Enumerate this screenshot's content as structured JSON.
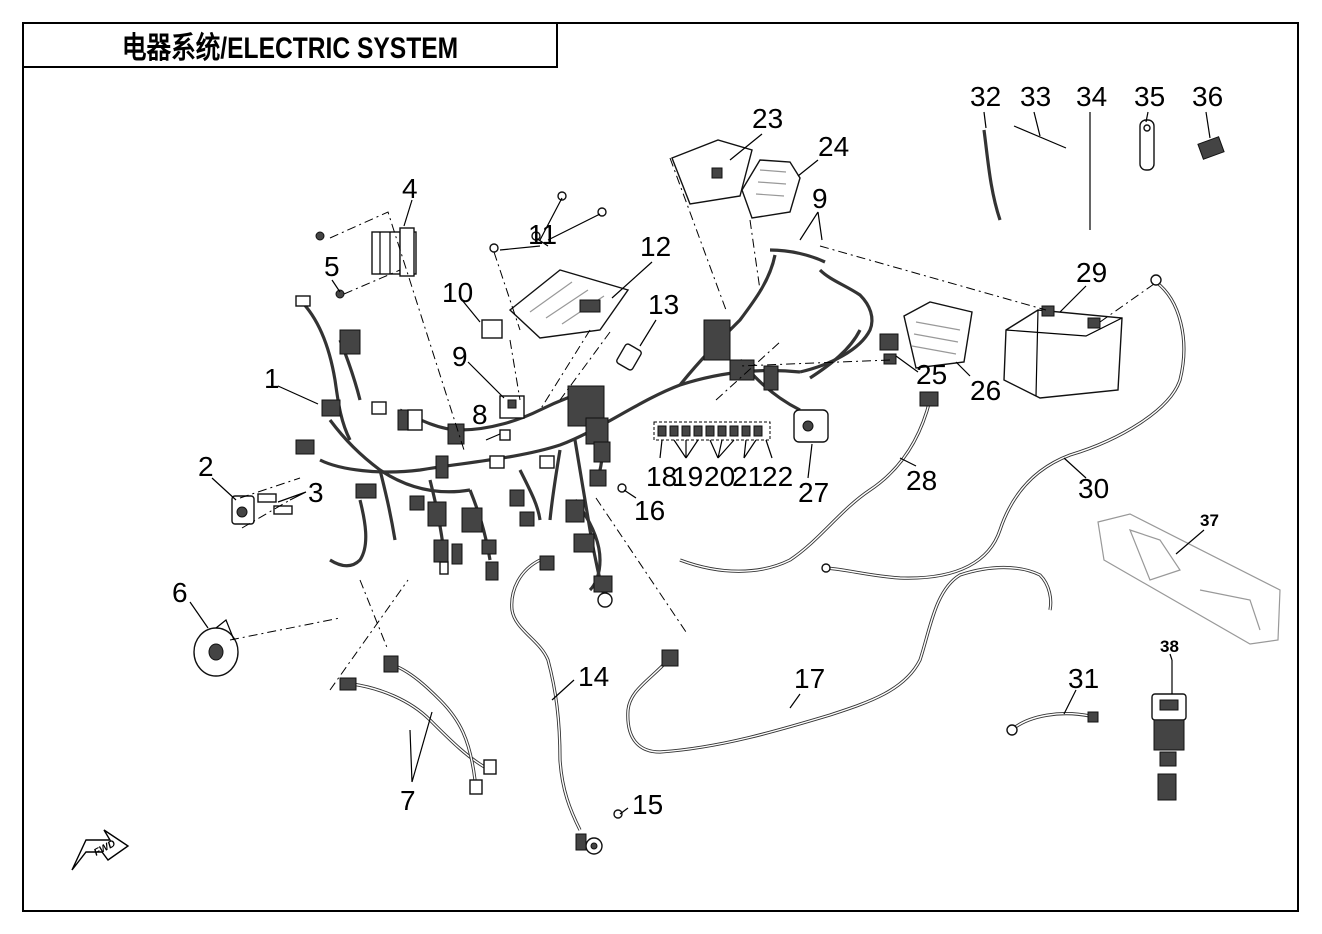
{
  "title": "电器系统/ELECTRIC SYSTEM",
  "fwd_label": "FWD",
  "callouts": [
    "1",
    "2",
    "3",
    "4",
    "5",
    "6",
    "7",
    "8",
    "9",
    "10",
    "11",
    "12",
    "13",
    "14",
    "15",
    "16",
    "17",
    "18",
    "19",
    "20",
    "21",
    "22",
    "23",
    "24",
    "25",
    "26",
    "27",
    "28",
    "29",
    "30",
    "31",
    "32",
    "33",
    "34",
    "35",
    "36",
    "37",
    "38"
  ],
  "callout_9b": "9"
}
